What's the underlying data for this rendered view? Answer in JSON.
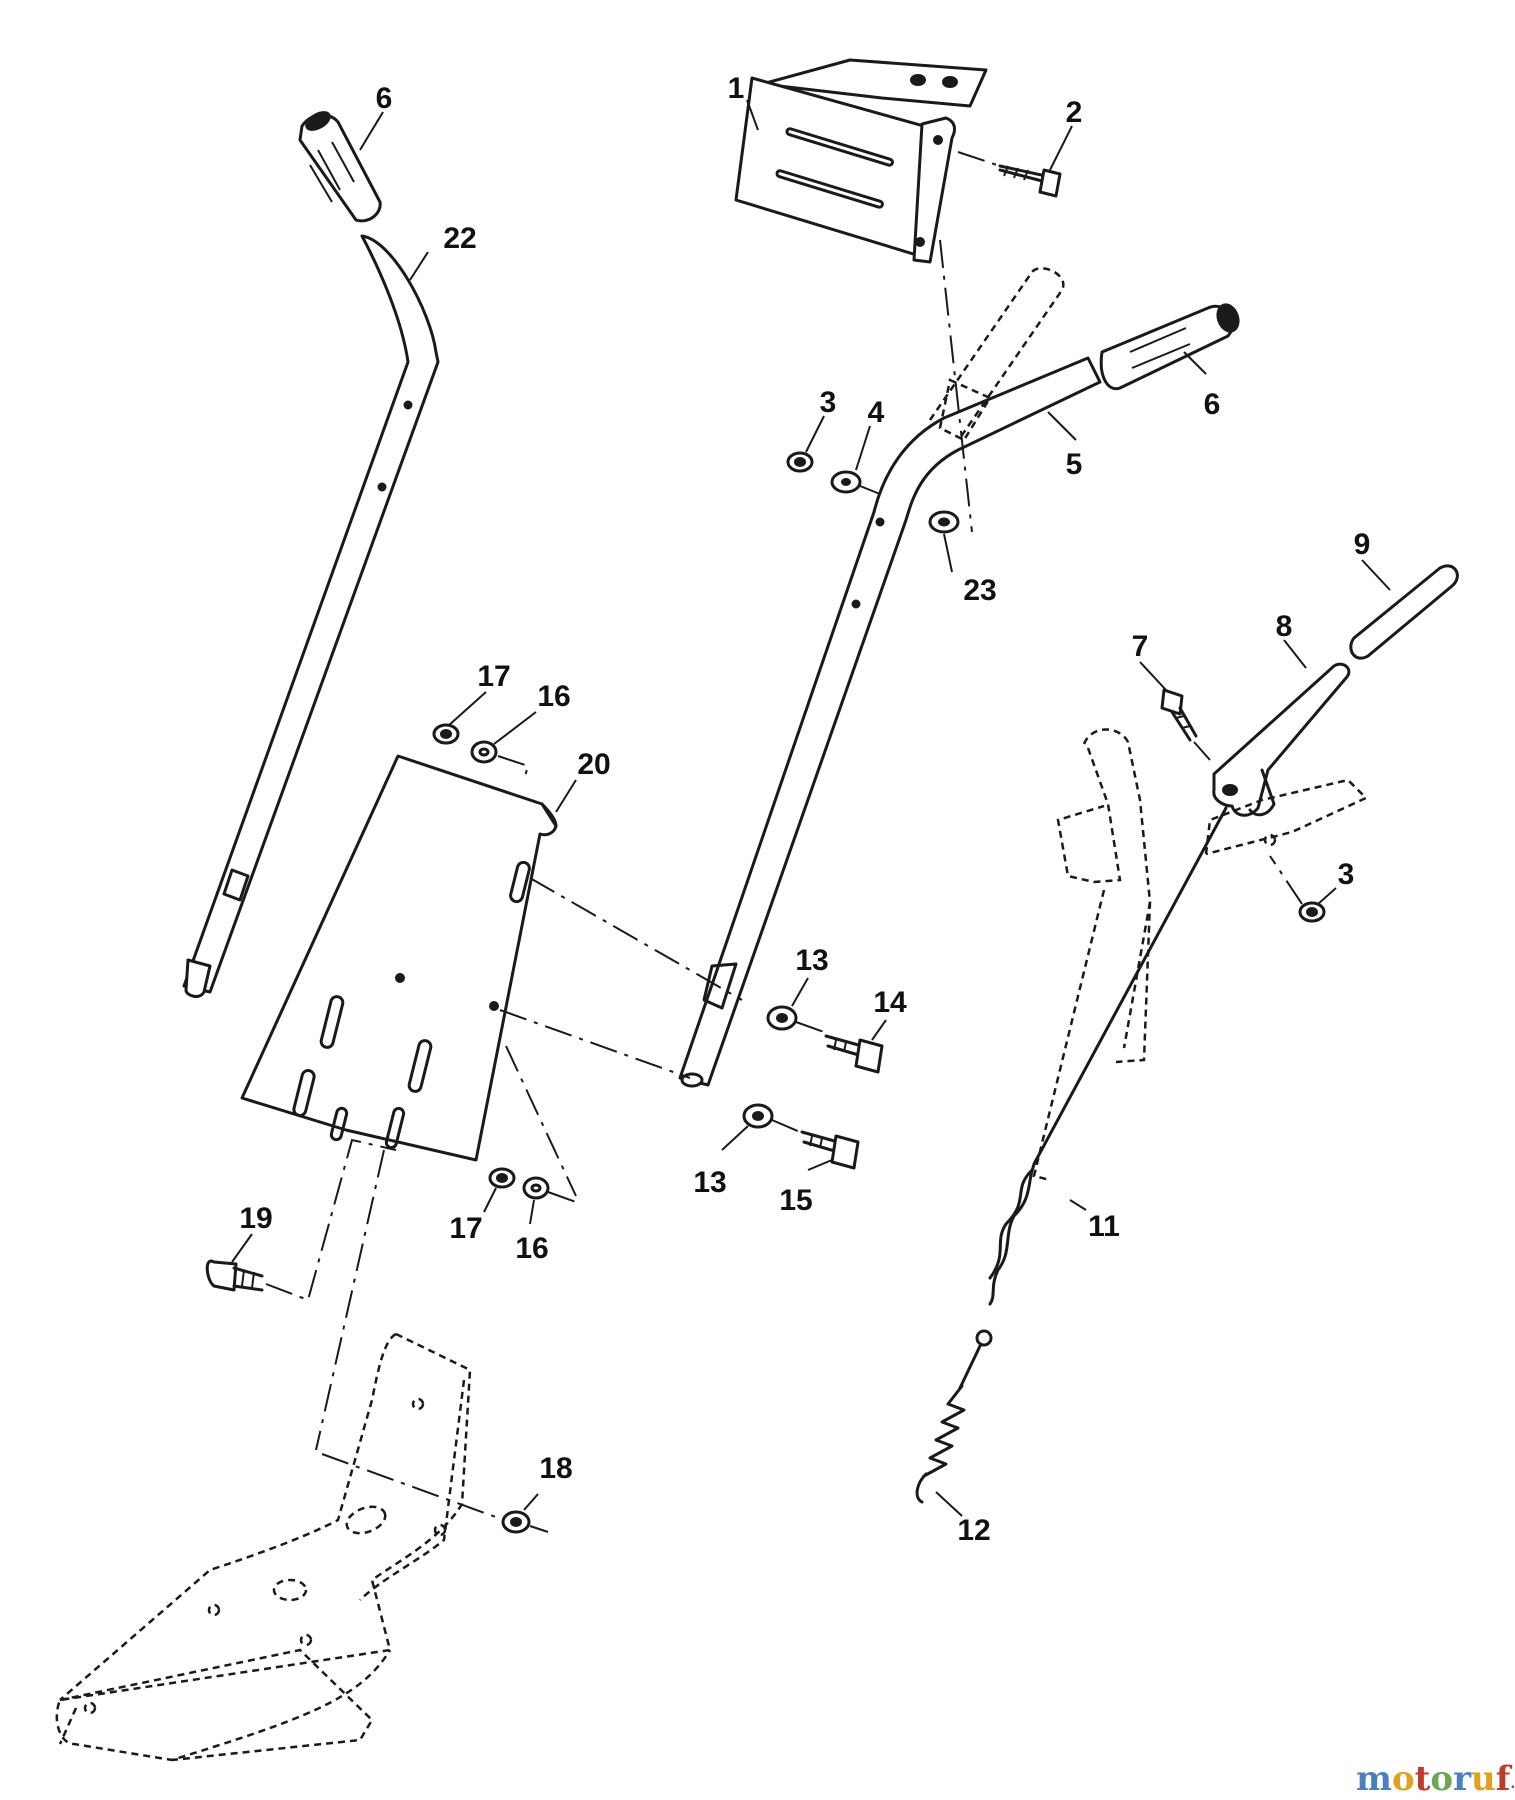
{
  "callouts": [
    {
      "id": "c1",
      "label": "1"
    },
    {
      "id": "c2",
      "label": "2"
    },
    {
      "id": "c3a",
      "label": "3"
    },
    {
      "id": "c3b",
      "label": "3"
    },
    {
      "id": "c4",
      "label": "4"
    },
    {
      "id": "c5",
      "label": "5"
    },
    {
      "id": "c6a",
      "label": "6"
    },
    {
      "id": "c6b",
      "label": "6"
    },
    {
      "id": "c7",
      "label": "7"
    },
    {
      "id": "c8",
      "label": "8"
    },
    {
      "id": "c9",
      "label": "9"
    },
    {
      "id": "c11",
      "label": "11"
    },
    {
      "id": "c12",
      "label": "12"
    },
    {
      "id": "c13a",
      "label": "13"
    },
    {
      "id": "c13b",
      "label": "13"
    },
    {
      "id": "c14",
      "label": "14"
    },
    {
      "id": "c15",
      "label": "15"
    },
    {
      "id": "c16a",
      "label": "16"
    },
    {
      "id": "c16b",
      "label": "16"
    },
    {
      "id": "c17a",
      "label": "17"
    },
    {
      "id": "c17b",
      "label": "17"
    },
    {
      "id": "c18",
      "label": "18"
    },
    {
      "id": "c19",
      "label": "19"
    },
    {
      "id": "c20",
      "label": "20"
    },
    {
      "id": "c22",
      "label": "22"
    },
    {
      "id": "c23",
      "label": "23"
    }
  ],
  "watermark": {
    "letters": [
      "m",
      "o",
      "t",
      "o",
      "r",
      "u",
      "f"
    ],
    "letter_colors": [
      "#4a7fc1",
      "#e0a020",
      "#c03a2b",
      "#6aa84f",
      "#4a7fc1",
      "#e0a020",
      "#c03a2b"
    ],
    "suffix": ".de"
  }
}
